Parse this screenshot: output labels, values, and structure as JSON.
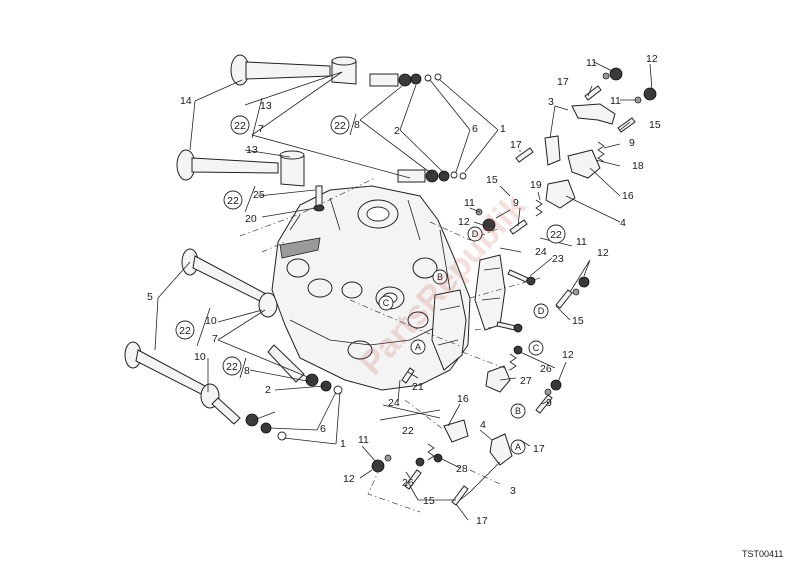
{
  "callouts": [
    {
      "id": "c14",
      "text": "14"
    },
    {
      "id": "c13a",
      "text": "13"
    },
    {
      "id": "c7a",
      "text": "7"
    },
    {
      "id": "c13b",
      "text": "13"
    },
    {
      "id": "c25",
      "text": "25"
    },
    {
      "id": "c20",
      "text": "20"
    },
    {
      "id": "c8a",
      "text": "8"
    },
    {
      "id": "c2a",
      "text": "2"
    },
    {
      "id": "c6a",
      "text": "6"
    },
    {
      "id": "c1a",
      "text": "1"
    },
    {
      "id": "c5",
      "text": "5"
    },
    {
      "id": "c10a",
      "text": "10"
    },
    {
      "id": "c7b",
      "text": "7"
    },
    {
      "id": "c10b",
      "text": "10"
    },
    {
      "id": "c8b",
      "text": "8"
    },
    {
      "id": "c2b",
      "text": "2"
    },
    {
      "id": "c6b",
      "text": "6"
    },
    {
      "id": "c1b",
      "text": "1"
    },
    {
      "id": "c11a",
      "text": "11"
    },
    {
      "id": "c12a",
      "text": "12"
    },
    {
      "id": "c17a",
      "text": "17"
    },
    {
      "id": "c3a",
      "text": "3"
    },
    {
      "id": "c11b",
      "text": "11"
    },
    {
      "id": "c15a",
      "text": "15"
    },
    {
      "id": "c9a",
      "text": "9"
    },
    {
      "id": "c18",
      "text": "18"
    },
    {
      "id": "c17b",
      "text": "17"
    },
    {
      "id": "c16a",
      "text": "16"
    },
    {
      "id": "c15b",
      "text": "15"
    },
    {
      "id": "c19",
      "text": "19"
    },
    {
      "id": "c11c",
      "text": "11"
    },
    {
      "id": "c12b",
      "text": "12"
    },
    {
      "id": "c9b",
      "text": "9"
    },
    {
      "id": "c4a",
      "text": "4"
    },
    {
      "id": "c24a",
      "text": "24"
    },
    {
      "id": "c23",
      "text": "23"
    },
    {
      "id": "c11d",
      "text": "11"
    },
    {
      "id": "c12c",
      "text": "12"
    },
    {
      "id": "c15c",
      "text": "15"
    },
    {
      "id": "c26a",
      "text": "26"
    },
    {
      "id": "c27",
      "text": "27"
    },
    {
      "id": "c12d",
      "text": "12"
    },
    {
      "id": "c9c",
      "text": "9"
    },
    {
      "id": "c17c",
      "text": "17"
    },
    {
      "id": "c21",
      "text": "21"
    },
    {
      "id": "c24b",
      "text": "24"
    },
    {
      "id": "c22",
      "text": "22"
    },
    {
      "id": "c16b",
      "text": "16"
    },
    {
      "id": "c4b",
      "text": "4"
    },
    {
      "id": "c11e",
      "text": "11"
    },
    {
      "id": "c12e",
      "text": "12"
    },
    {
      "id": "c26b",
      "text": "26"
    },
    {
      "id": "c28",
      "text": "28"
    },
    {
      "id": "c15d",
      "text": "15"
    },
    {
      "id": "c3b",
      "text": "3"
    },
    {
      "id": "c17d",
      "text": "17"
    }
  ],
  "torque_symbols": [
    {
      "id": "t1",
      "text": "22"
    },
    {
      "id": "t2",
      "text": "22"
    },
    {
      "id": "t3",
      "text": "22"
    },
    {
      "id": "t4",
      "text": "22"
    },
    {
      "id": "t5",
      "text": "22"
    },
    {
      "id": "t6",
      "text": "22"
    }
  ],
  "reference_letters": [
    {
      "id": "rA1",
      "text": "A"
    },
    {
      "id": "rB1",
      "text": "B"
    },
    {
      "id": "rC1",
      "text": "C"
    },
    {
      "id": "rD1",
      "text": "D"
    },
    {
      "id": "rD2",
      "text": "D"
    },
    {
      "id": "rC2",
      "text": "C"
    },
    {
      "id": "rB2",
      "text": "B"
    },
    {
      "id": "rA2",
      "text": "A"
    }
  ],
  "drawing_code": "TST00411",
  "watermark": "PartsRepublik",
  "colors": {
    "line": "#222222",
    "background": "#ffffff",
    "watermark": "#c0392b"
  }
}
